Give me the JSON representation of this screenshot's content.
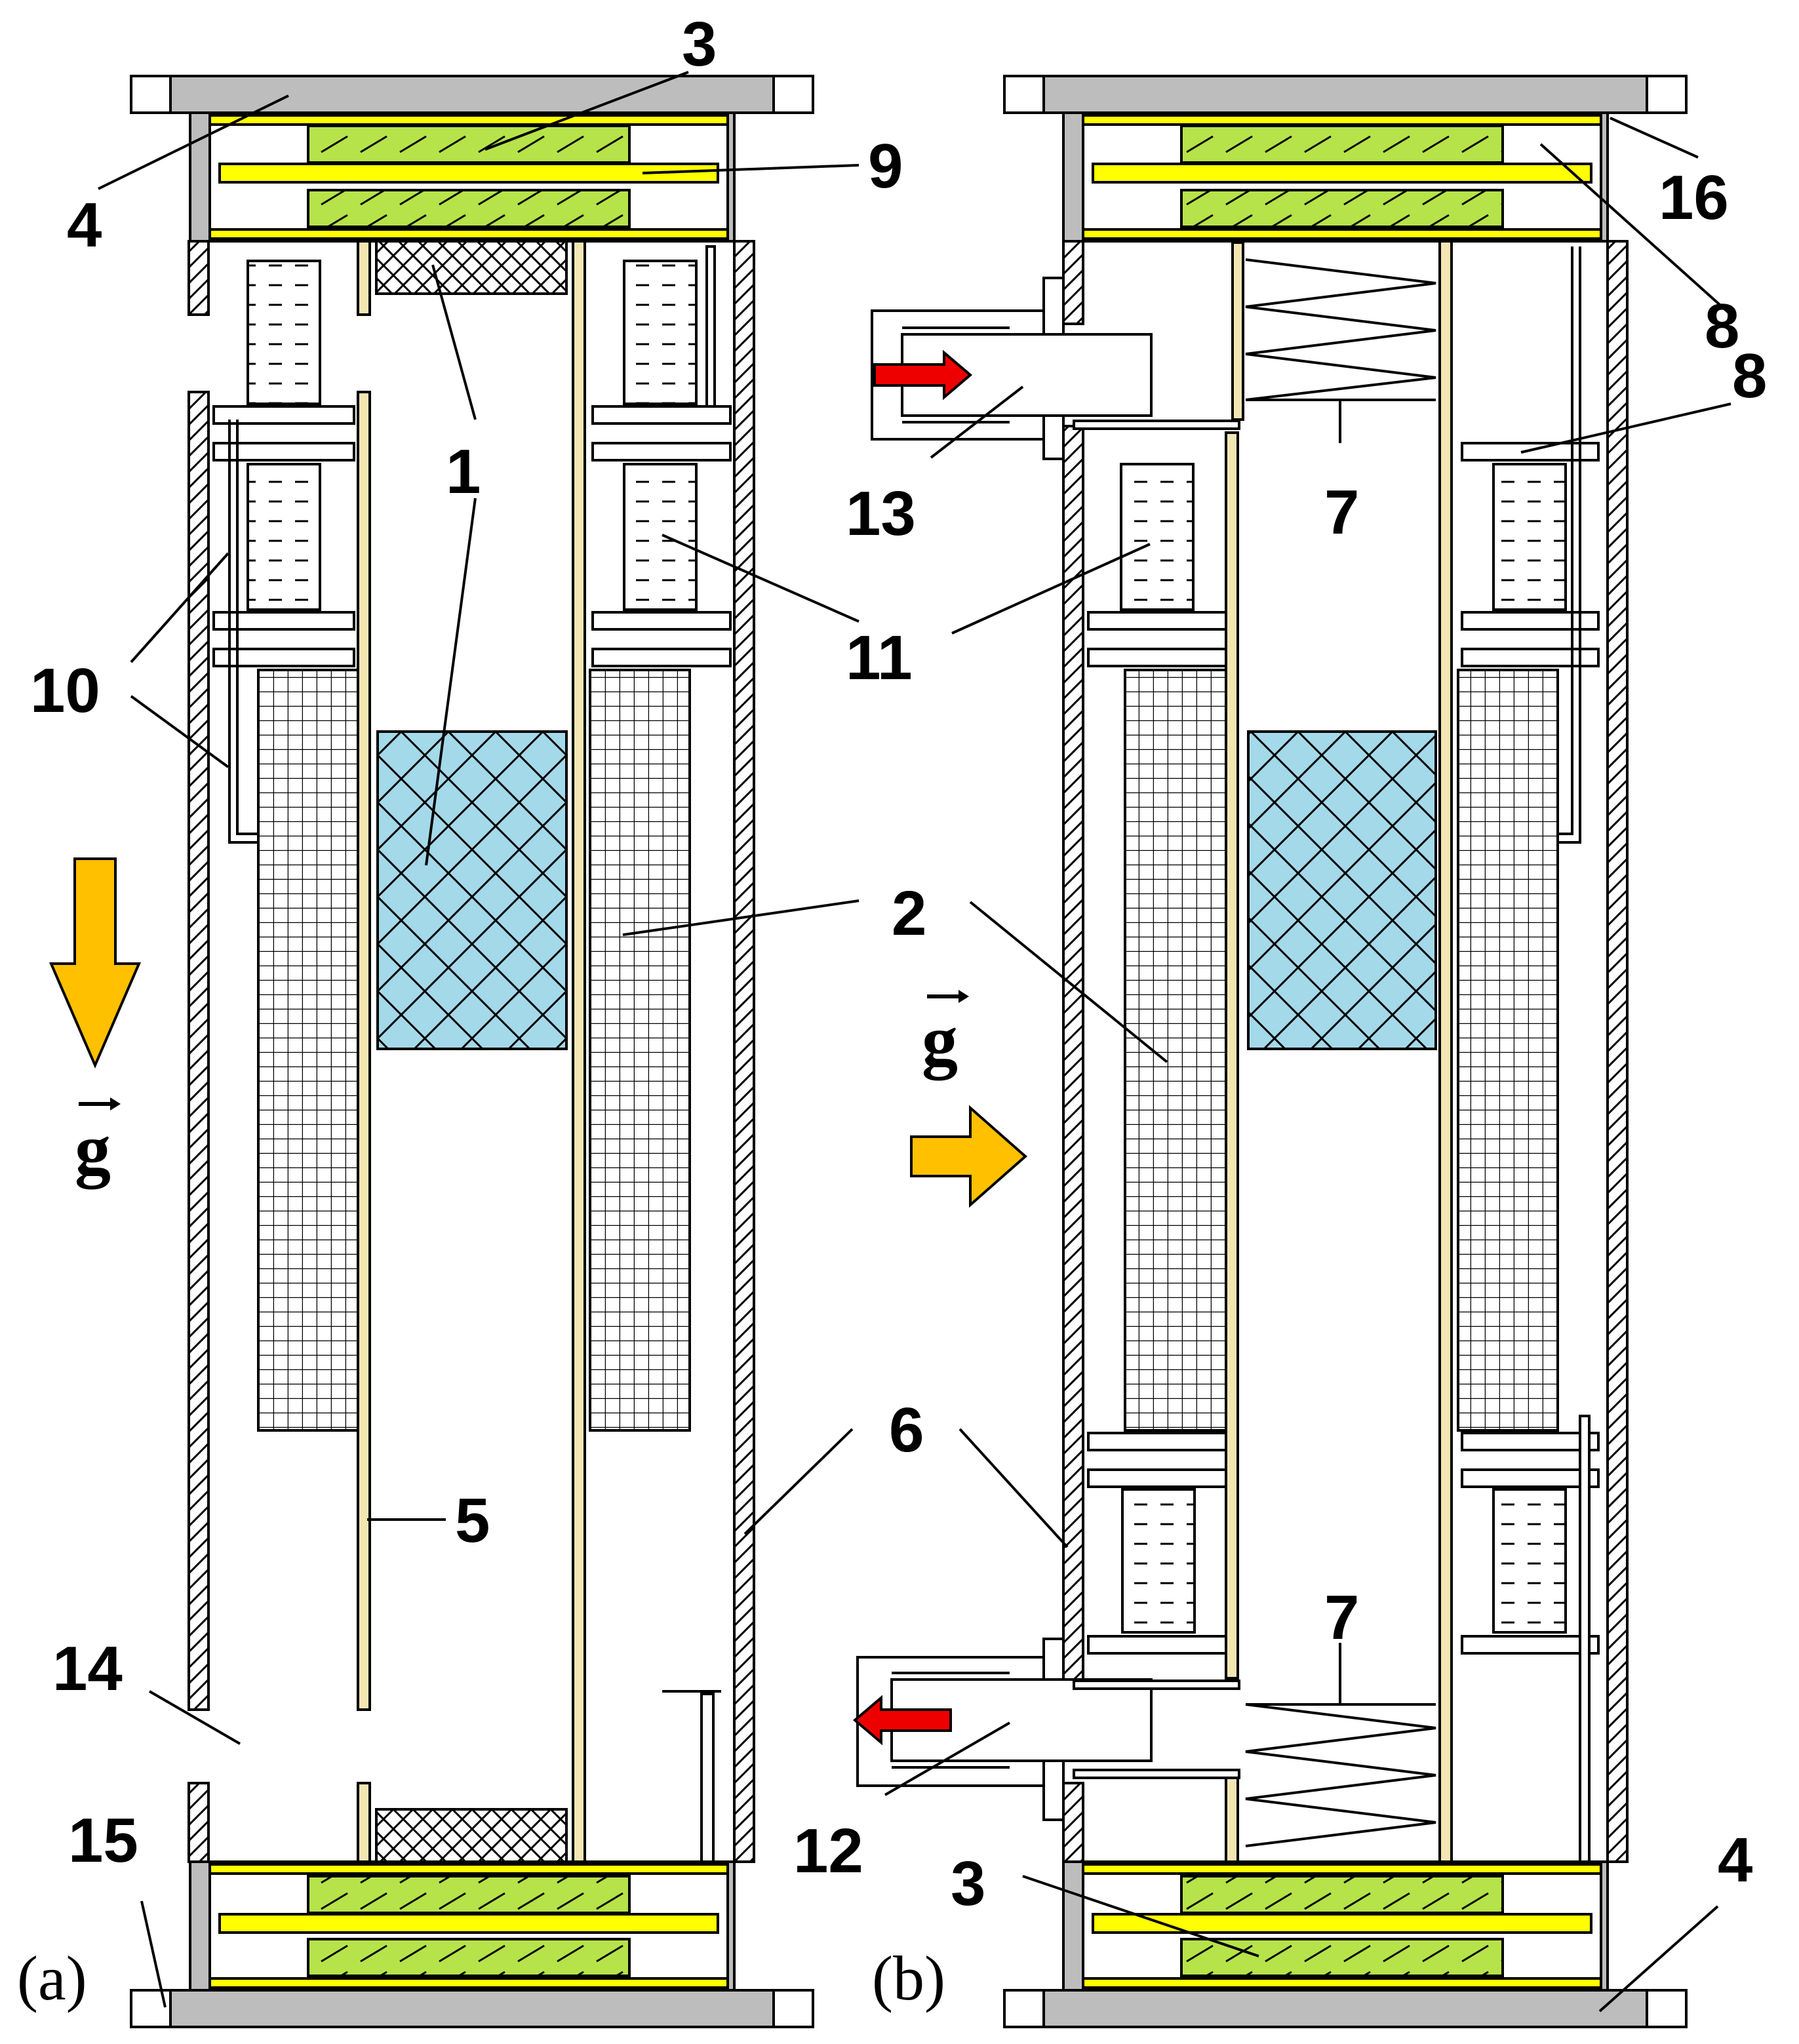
{
  "colors": {
    "flange": "#bdbdbd",
    "cap_yellow": "#ffff00",
    "heater_green": "#b6e34a",
    "porous_blue": "#a4d9ea",
    "rod_beige": "#f3e6b3",
    "gravity_arrow": "#ffc000",
    "flow_arrow": "#ee0000"
  },
  "icons": {
    "gravity_arrow": "block-arrow",
    "flow_arrow": "red-arrow"
  },
  "panels": [
    {
      "caption": "(a)",
      "gravity": "g",
      "gravity_direction": "down"
    },
    {
      "caption": "(b)",
      "gravity": "g",
      "gravity_direction": "right"
    }
  ],
  "labels": {
    "a": [
      "3",
      "4",
      "9",
      "1",
      "10",
      "11",
      "2",
      "6",
      "5",
      "14",
      "15"
    ],
    "b": [
      "16",
      "8",
      "8",
      "13",
      "7",
      "11",
      "2",
      "6",
      "7",
      "12",
      "3",
      "4"
    ]
  }
}
